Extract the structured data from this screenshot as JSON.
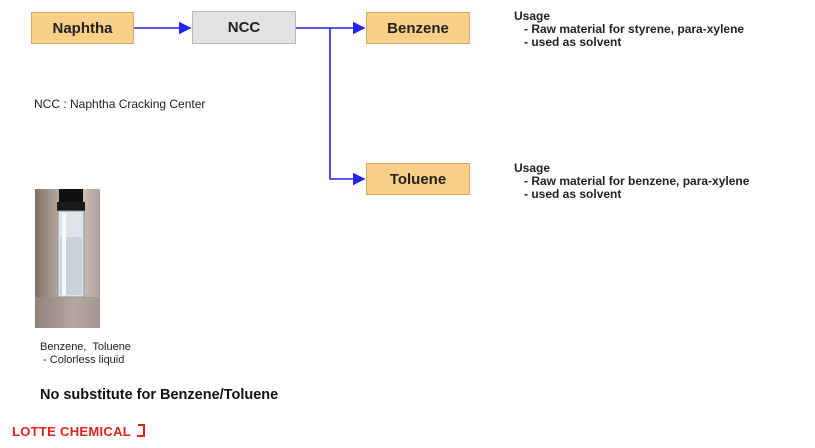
{
  "colors": {
    "feed_box": "#fad089",
    "process_box": "#e3e3e3",
    "arrow": "#2323ee",
    "logo_red": "#e2231a"
  },
  "flow": {
    "feed": "Naphtha",
    "process": "NCC",
    "products": [
      "Benzene",
      "Toluene"
    ]
  },
  "usage": {
    "benzene": {
      "heading": "Usage",
      "items": [
        "- Raw material for styrene, para-xylene",
        "- used as solvent"
      ]
    },
    "toluene": {
      "heading": "Usage",
      "items": [
        "- Raw material for benzene, para-xylene",
        "- used as solvent"
      ]
    }
  },
  "ncc_note": "NCC : Naphtha Cracking Center",
  "photo": {
    "caption_lines": [
      "Benzene,  Toluene",
      " - Colorless liquid"
    ]
  },
  "footer_note": "No substitute for Benzene/Toluene",
  "logo": {
    "word1": "LOTTE",
    "word2": "CHEMICAL"
  }
}
